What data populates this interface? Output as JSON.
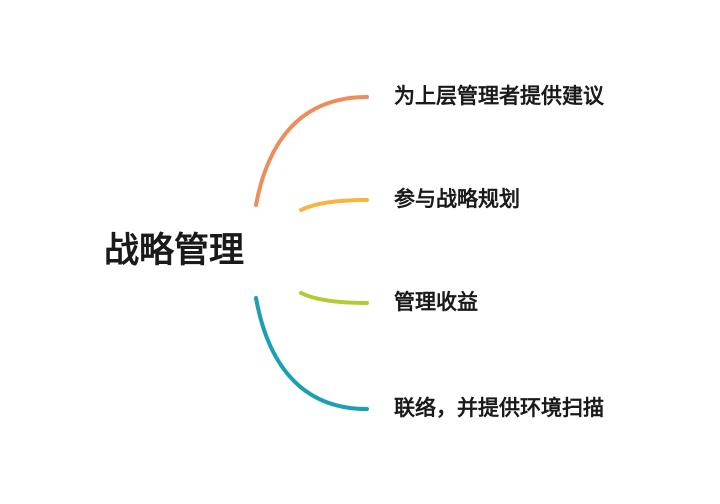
{
  "root": {
    "label": "战略管理"
  },
  "branches": [
    {
      "label": "为上层管理者提供建议",
      "color": "#EE8C5C"
    },
    {
      "label": "参与战略规划",
      "color": "#F7B43E"
    },
    {
      "label": "管理收益",
      "color": "#B5C934"
    },
    {
      "label": "联络，并提供环境扫描",
      "color": "#1A9FB5"
    }
  ]
}
